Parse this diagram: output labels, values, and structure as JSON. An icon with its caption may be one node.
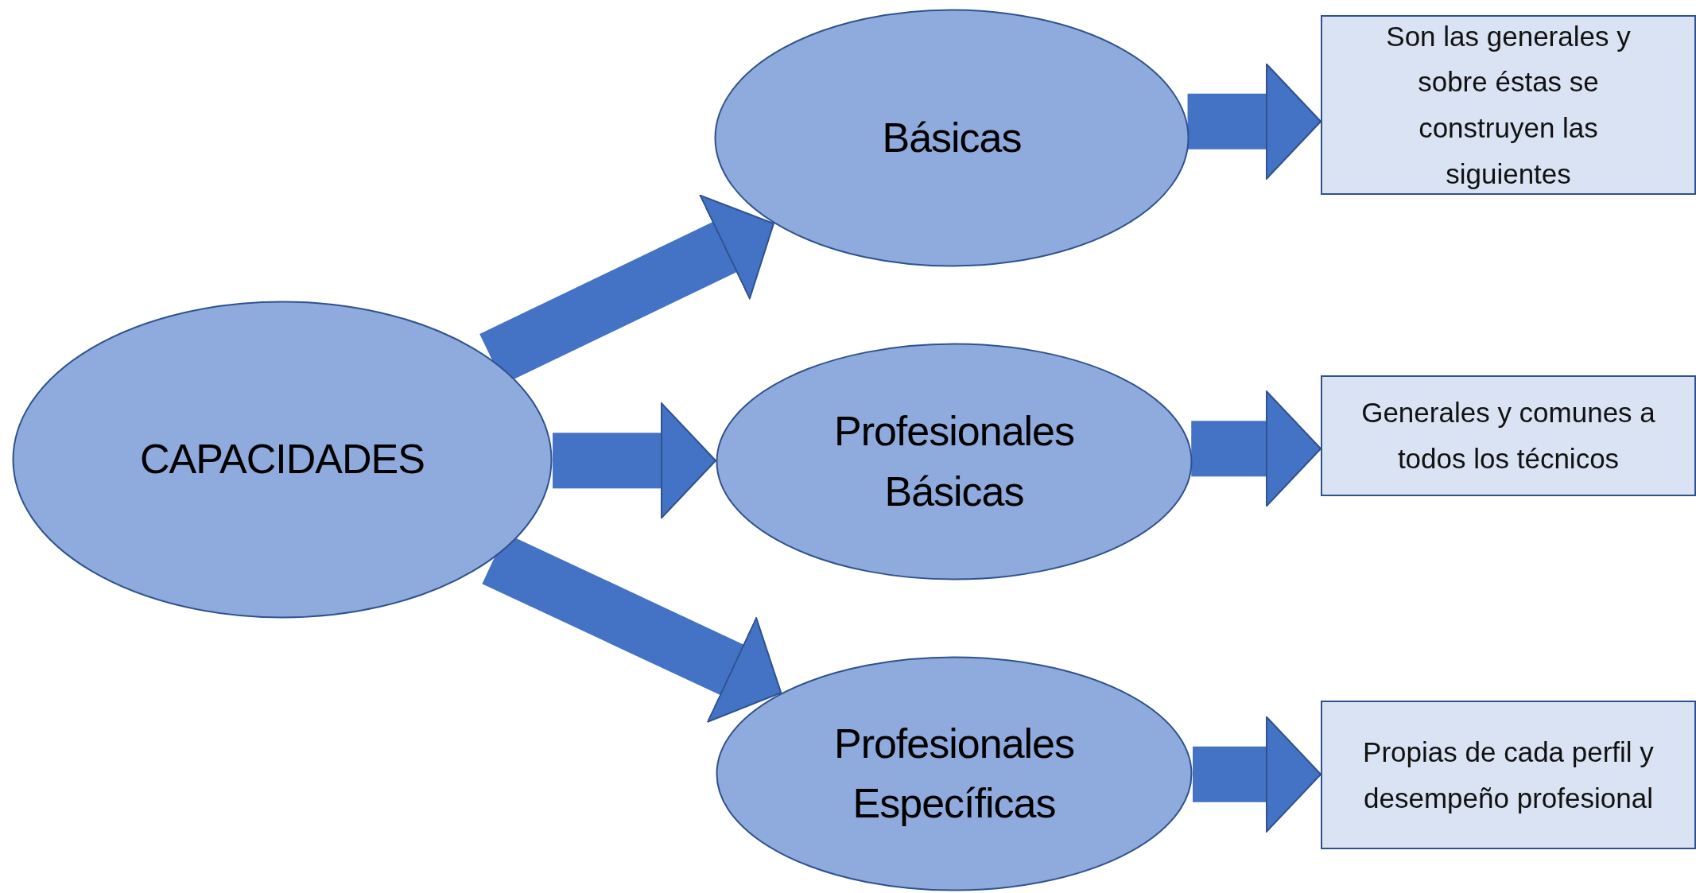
{
  "diagram": {
    "nodes": [
      {
        "text": [
          "CAPACIDADES"
        ]
      },
      {
        "text": [
          "Básicas"
        ]
      },
      {
        "text": [
          "Profesionales Básicas"
        ]
      },
      {
        "text": [
          "Profesionales Específicas"
        ]
      },
      {
        "text": [
          "Son las generales y sobre éstas se construyen las siguientes"
        ]
      },
      {
        "text": [
          "Generales y comunes a todos los técnicos"
        ]
      },
      {
        "text": [
          "Propias de cada perfil y desempeño profesional"
        ]
      }
    ],
    "edges": [
      {
        "from": 0,
        "to": 1,
        "arrow": "to"
      },
      {
        "from": 0,
        "to": 2,
        "arrow": "to"
      },
      {
        "from": 0,
        "to": 3,
        "arrow": "to"
      },
      {
        "from": 1,
        "to": 4,
        "arrow": "to"
      },
      {
        "from": 2,
        "to": 5,
        "arrow": "to"
      },
      {
        "from": 3,
        "to": 6,
        "arrow": "to"
      }
    ]
  }
}
